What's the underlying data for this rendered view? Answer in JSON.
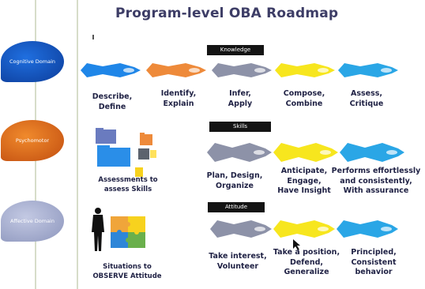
{
  "title": "Program-level OBA Roadmap",
  "domains": {
    "cognitive": "Cognitive Domain",
    "psychomotor": "Psychomotor",
    "affective": "Affective Domain"
  },
  "headers": {
    "knowledge": "Knowledge",
    "skills": "Skills",
    "attitude": "Attitude"
  },
  "knowledge_levels": [
    {
      "line1": "Describe,",
      "line2": "Define"
    },
    {
      "line1": "Identify,",
      "line2": "Explain"
    },
    {
      "line1": "Infer,",
      "line2": "Apply"
    },
    {
      "line1": "Compose,",
      "line2": "Combine"
    },
    {
      "line1": "Assess,",
      "line2": "Critique"
    }
  ],
  "skills_levels": [
    {
      "line1": "Plan, Design,",
      "line2": "Organize",
      "line3": ""
    },
    {
      "line1": "Anticipate,",
      "line2": "Engage,",
      "line3": "Have Insight"
    },
    {
      "line1": "Performs effortlessly",
      "line2": "and consistently,",
      "line3": "With assurance"
    }
  ],
  "attitude_levels": [
    {
      "line1": "Take interest,",
      "line2": "Volunteer",
      "line3": ""
    },
    {
      "line1": "Take a position,",
      "line2": "Defend,",
      "line3": "Generalize"
    },
    {
      "line1": "Principled,",
      "line2": "Consistent",
      "line3": "behavior"
    }
  ],
  "notes": {
    "skills_line1": "Assessments to",
    "skills_line2": "assess Skills",
    "attitude_line1": "Situations to",
    "attitude_line2": "OBSERVE Attitude"
  },
  "colors": {
    "blue": "#1f86e8",
    "orange": "#ee8a3a",
    "gray": "#8d92a8",
    "yellow": "#f7e61e",
    "cyan": "#2aa6e6",
    "title": "#3d3d66"
  }
}
